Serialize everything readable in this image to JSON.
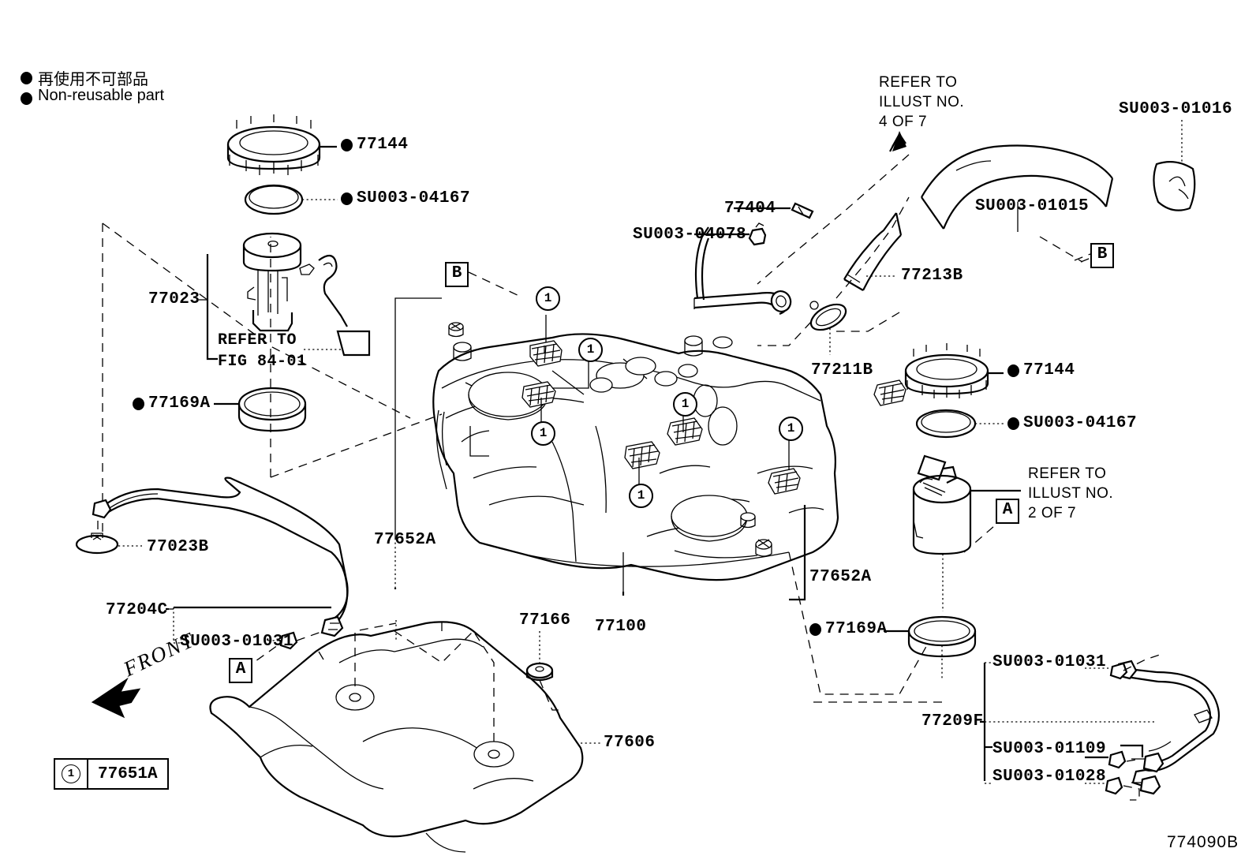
{
  "diagram": {
    "code": "774090B",
    "legend": {
      "japanese": "再使用不可部品",
      "english": "Non-reusable part"
    },
    "front_arrow_label": "FRONT",
    "key_legend": {
      "marker": "1",
      "part_no": "77651A"
    }
  },
  "refs": {
    "illust_4of7": "REFER TO\nILLUST NO.\n4 OF 7",
    "illust_4of7_l1": "REFER TO",
    "illust_4of7_l2": "ILLUST NO.",
    "illust_4of7_l3": "4 OF 7",
    "illust_2of7_l1": "REFER TO",
    "illust_2of7_l2": "ILLUST NO.",
    "illust_2of7_l3": "2 OF 7",
    "fig_l1": "REFER TO",
    "fig_l2": "FIG 84-01",
    "box_a": "A",
    "box_b": "B"
  },
  "parts": {
    "top_left": [
      {
        "id": "77144-left",
        "label": "77144",
        "nonreusable": true
      },
      {
        "id": "su003-04167-left",
        "label": "SU003-04167",
        "nonreusable": true
      },
      {
        "id": "77023",
        "label": "77023",
        "nonreusable": false
      },
      {
        "id": "77169A-left",
        "label": "77169A",
        "nonreusable": true
      }
    ],
    "top_right": [
      {
        "id": "77404",
        "label": "77404",
        "nonreusable": false
      },
      {
        "id": "su003-04078",
        "label": "SU003-04078",
        "nonreusable": false
      },
      {
        "id": "77213B",
        "label": "77213B",
        "nonreusable": false
      },
      {
        "id": "su003-01015",
        "label": "SU003-01015",
        "nonreusable": false
      },
      {
        "id": "su003-01016",
        "label": "SU003-01016",
        "nonreusable": false
      },
      {
        "id": "77211B",
        "label": "77211B",
        "nonreusable": false
      }
    ],
    "right": [
      {
        "id": "77144-right",
        "label": "77144",
        "nonreusable": true
      },
      {
        "id": "su003-04167-right",
        "label": "SU003-04167",
        "nonreusable": true
      },
      {
        "id": "77169A-right",
        "label": "77169A",
        "nonreusable": true
      },
      {
        "id": "77209F",
        "label": "77209F",
        "nonreusable": false
      },
      {
        "id": "su003-01031-right",
        "label": "SU003-01031",
        "nonreusable": false
      },
      {
        "id": "su003-01109",
        "label": "SU003-01109",
        "nonreusable": false
      },
      {
        "id": "su003-01028",
        "label": "SU003-01028",
        "nonreusable": false
      }
    ],
    "center": [
      {
        "id": "77652A-left",
        "label": "77652A",
        "nonreusable": false
      },
      {
        "id": "77652A-right",
        "label": "77652A",
        "nonreusable": false
      },
      {
        "id": "77100",
        "label": "77100",
        "nonreusable": false
      },
      {
        "id": "77166",
        "label": "77166",
        "nonreusable": false
      },
      {
        "id": "77606",
        "label": "77606",
        "nonreusable": false
      }
    ],
    "bottom_left": [
      {
        "id": "77023B",
        "label": "77023B",
        "nonreusable": false
      },
      {
        "id": "77204C",
        "label": "77204C",
        "nonreusable": false
      },
      {
        "id": "su003-01031-left",
        "label": "SU003-01031",
        "nonreusable": false
      }
    ]
  },
  "markers": {
    "circled_one": "1",
    "count": 6
  }
}
